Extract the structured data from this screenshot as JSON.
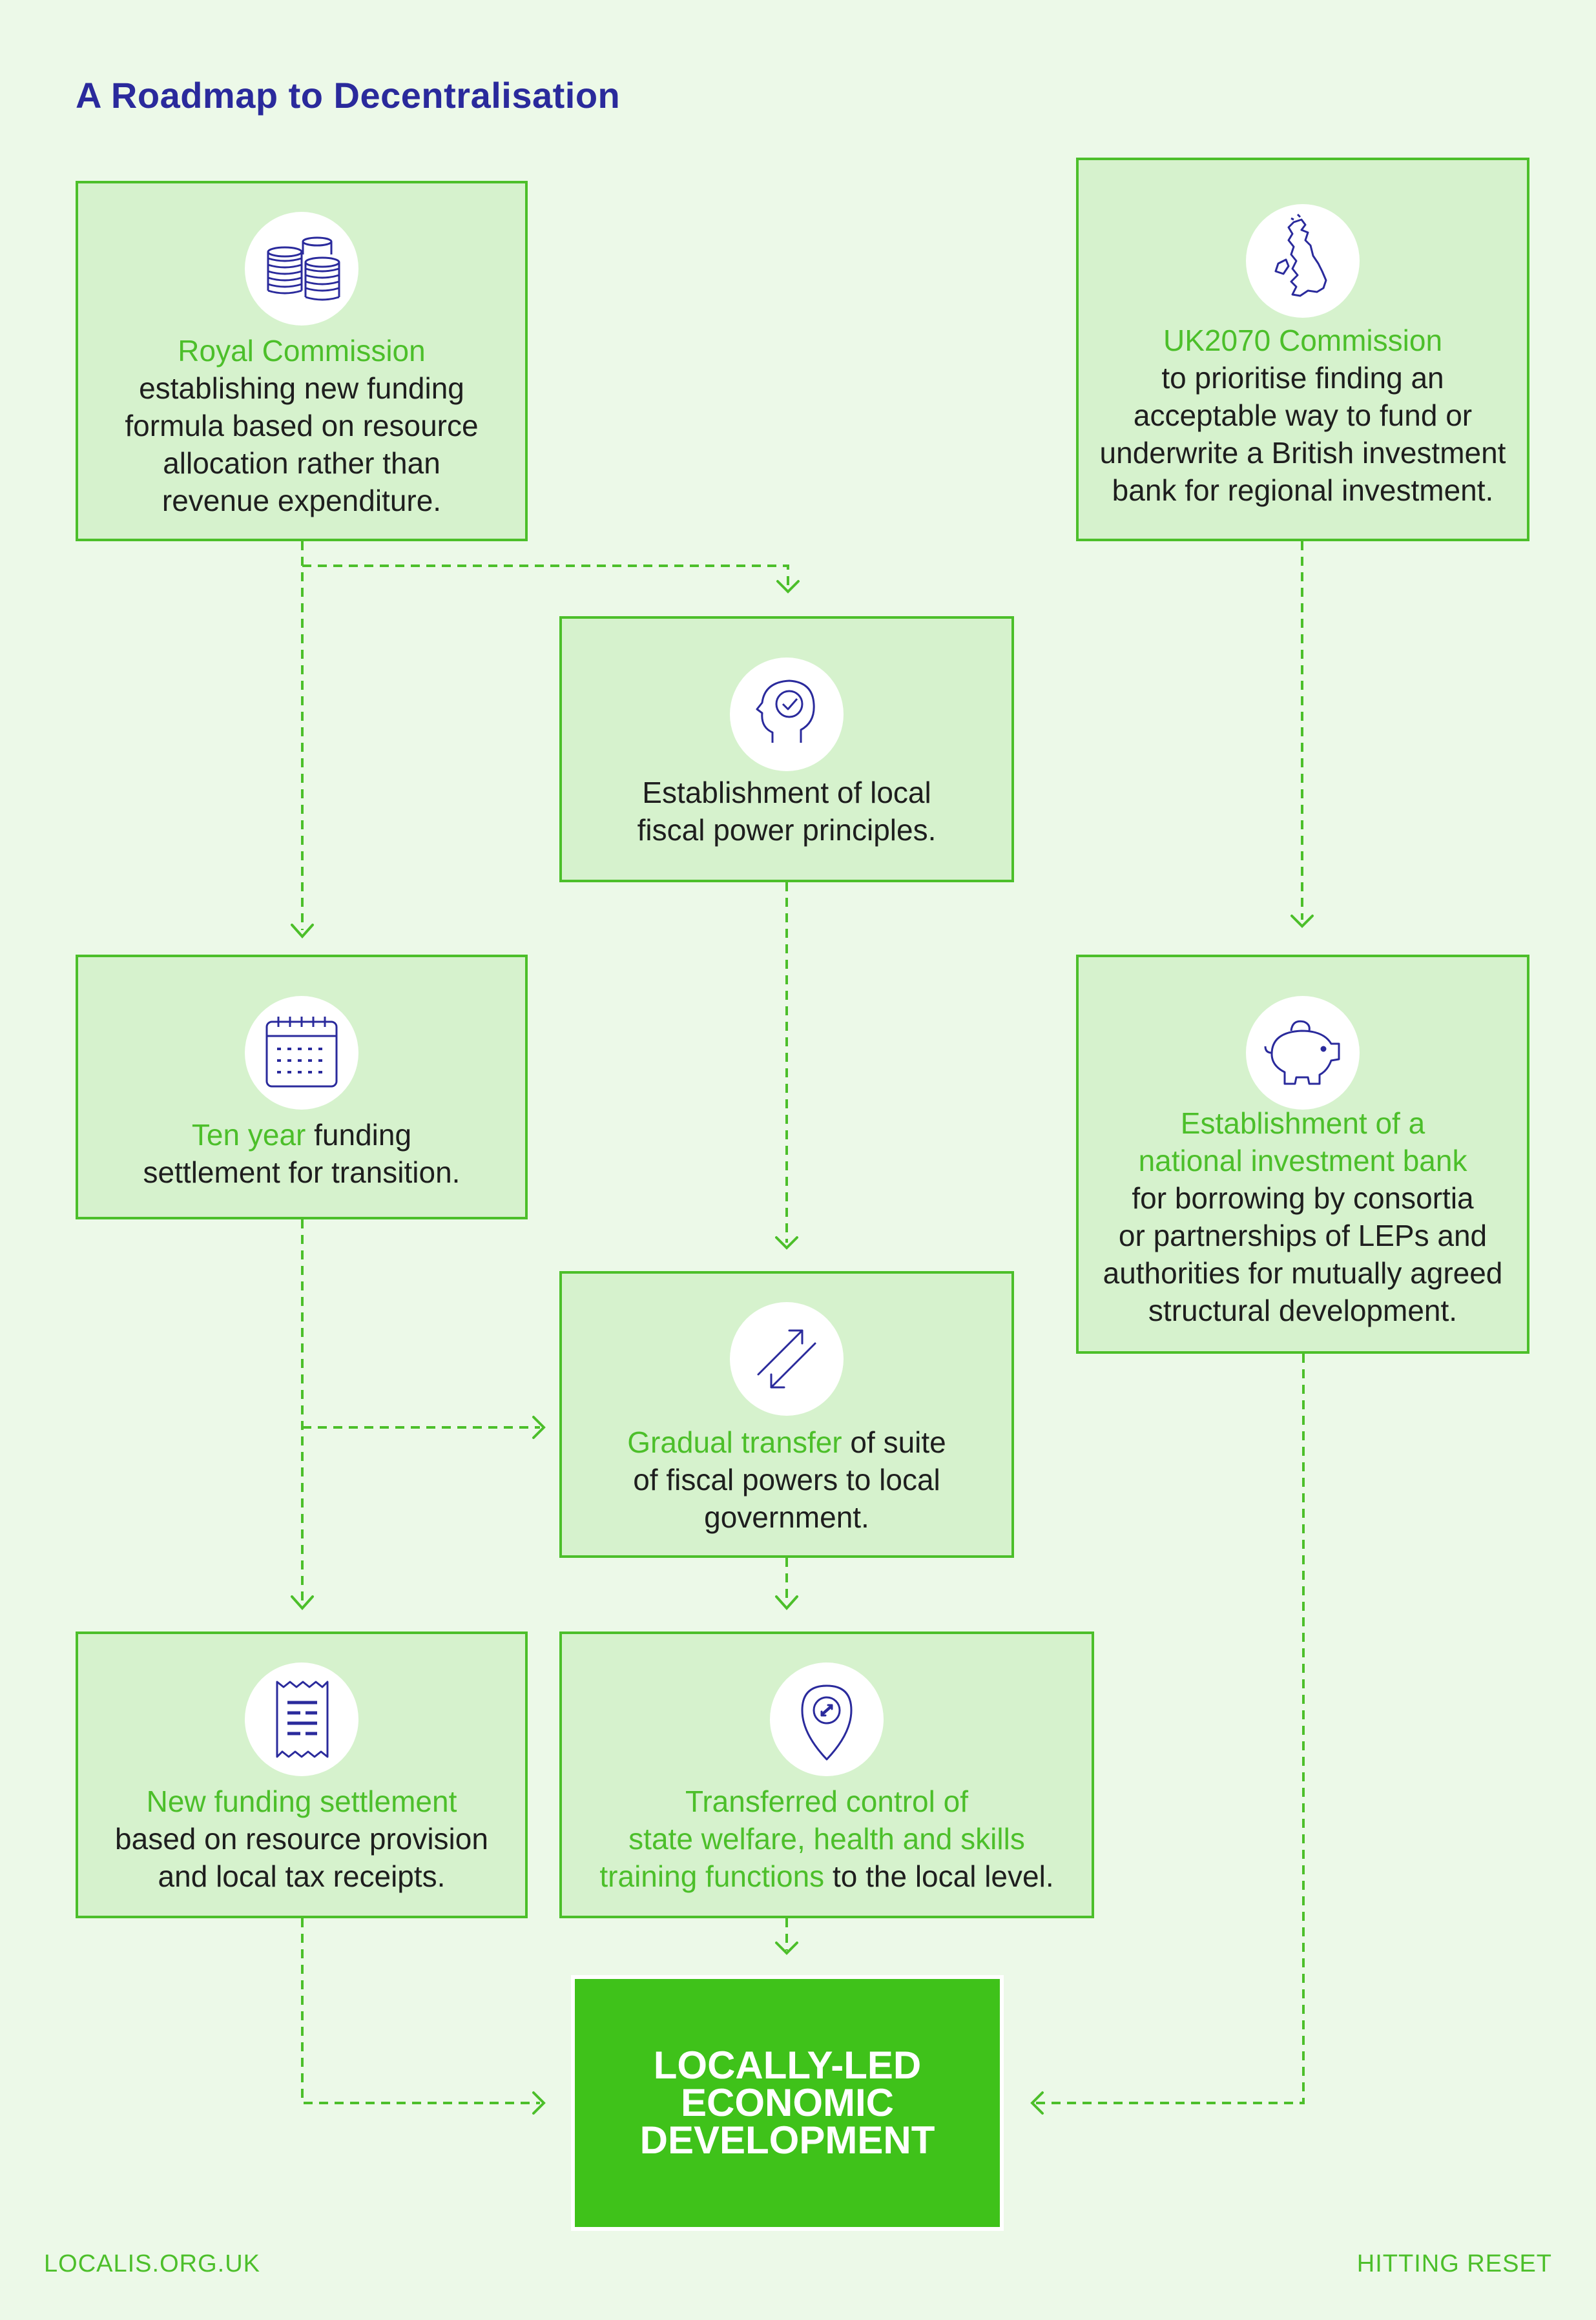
{
  "title": "A Roadmap to Decentralisation",
  "boxes": {
    "royal": {
      "highlight": "Royal Commission",
      "lines": [
        "establishing new funding",
        "formula based on resource",
        "allocation rather than",
        "revenue expenditure."
      ],
      "icon": "coins-icon"
    },
    "uk2070": {
      "highlight": "UK2070 Commission",
      "lines": [
        "to prioritise finding an",
        "acceptable way to fund or",
        "underwrite a British investment",
        "bank for regional investment."
      ],
      "icon": "uk-map-icon"
    },
    "principles": {
      "lines": [
        "Establishment of local",
        "fiscal power principles."
      ],
      "icon": "head-check-icon"
    },
    "tenyear": {
      "highlight": "Ten year",
      "rest1": " funding",
      "line2": "settlement for transition.",
      "icon": "calendar-icon"
    },
    "bank": {
      "highlight_lines": [
        "Establishment of a",
        "national investment bank"
      ],
      "lines": [
        "for borrowing by consortia",
        "or partnerships of LEPs and",
        "authorities for mutually agreed",
        "structural development."
      ],
      "icon": "piggy-bank-icon"
    },
    "gradual": {
      "highlight": "Gradual transfer",
      "rest1": " of suite",
      "lines": [
        "of fiscal powers to local",
        "government."
      ],
      "icon": "transfer-arrows-icon"
    },
    "newfunding": {
      "highlight": "New funding settlement",
      "lines": [
        "based on resource provision",
        "and local tax receipts."
      ],
      "icon": "receipt-icon"
    },
    "transferred": {
      "highlight_lines": [
        "Transferred control of",
        "state welfare, health and skills"
      ],
      "last_highlight": "training functions",
      "last_rest": " to the local level.",
      "icon": "location-pin-icon"
    }
  },
  "final": [
    "LOCALLY-LED",
    "ECONOMIC",
    "DEVELOPMENT"
  ],
  "footer": {
    "left": "LOCALIS.ORG.UK",
    "right": "HITTING RESET"
  },
  "colors": {
    "accent": "#4cbf2a",
    "box_fill": "#d6f2cd",
    "title": "#2a2a9c",
    "background": "#ecf9e8",
    "icon": "#2a2a9c"
  }
}
